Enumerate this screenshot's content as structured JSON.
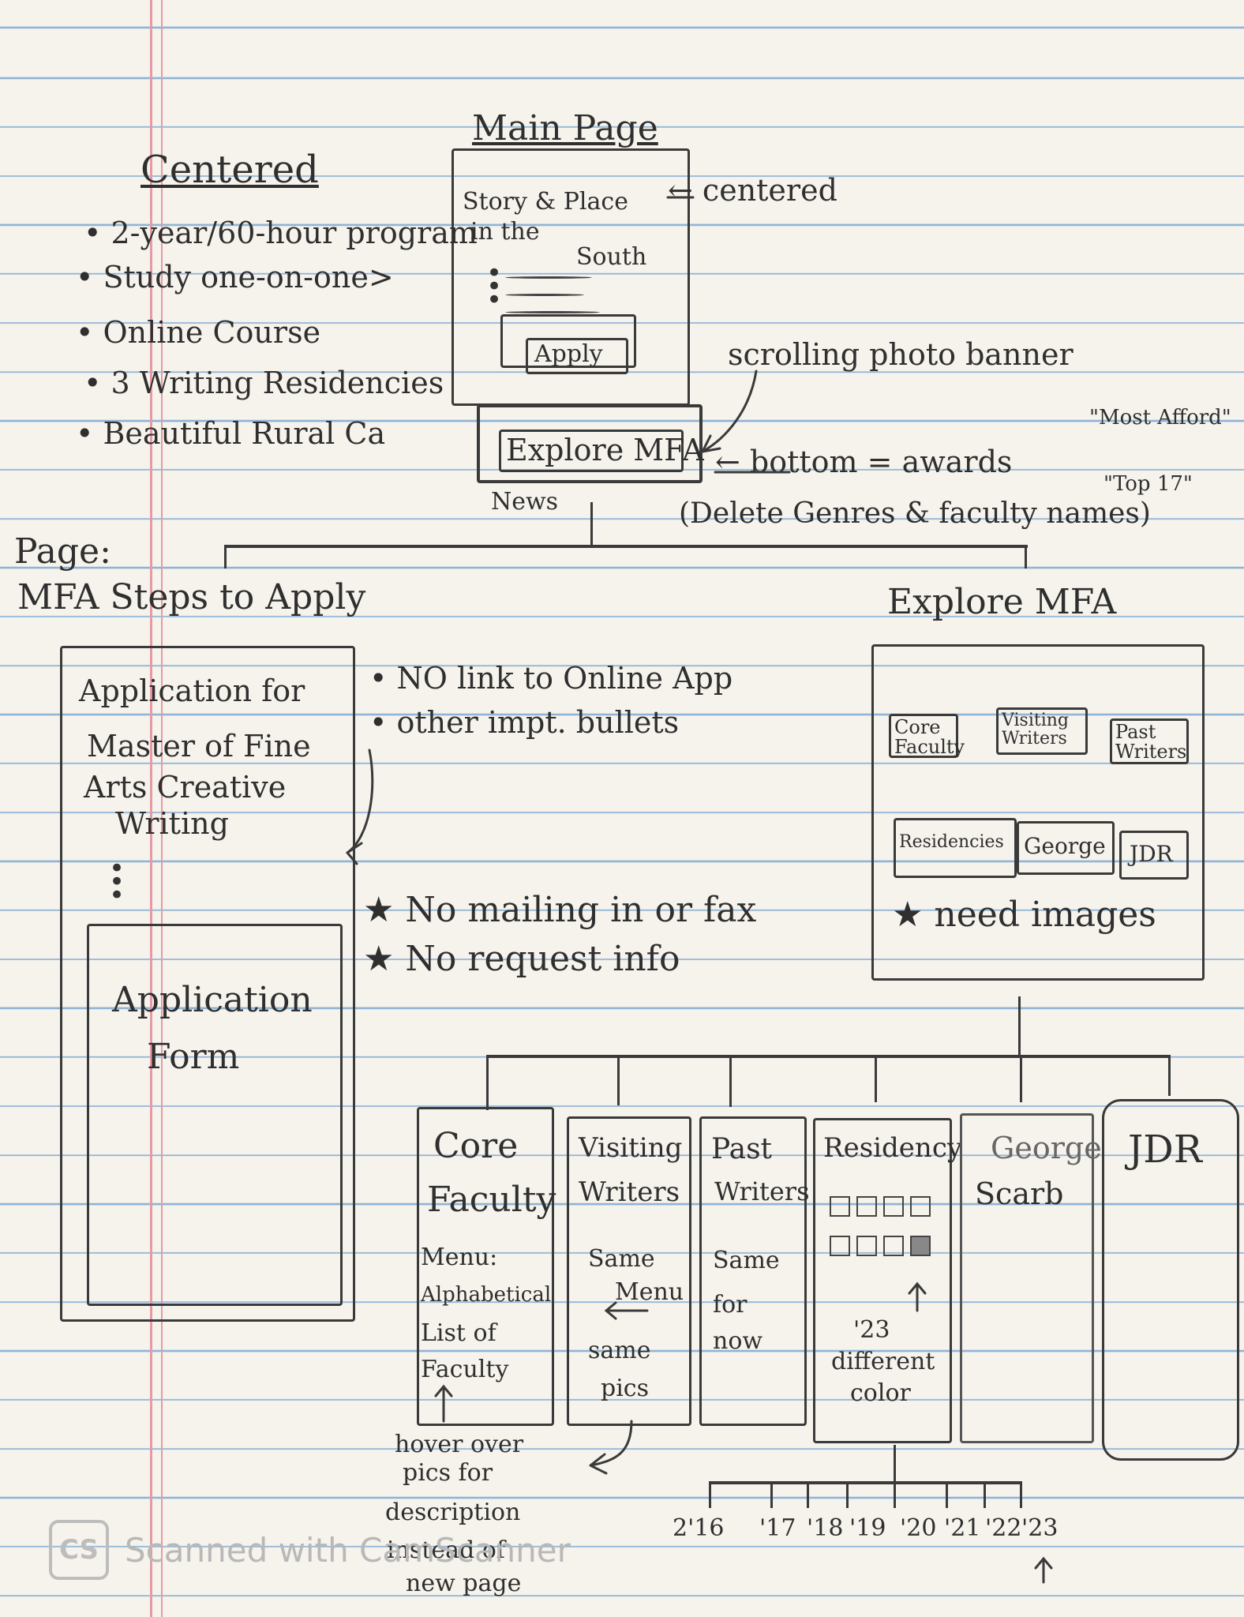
{
  "main_page": {
    "title": "Main Page",
    "hero_lines": [
      "Story & Place",
      "in the",
      "South"
    ],
    "apply_button": "Apply",
    "explore_button": "Explore MFA",
    "news_label": "News"
  },
  "centered_notes": {
    "heading": "Centered",
    "bullets": [
      "2-year/60-hour program",
      "Study one-on-one>",
      "Online Course",
      "3 Writing Residencies",
      "Beautiful Rural Ca"
    ]
  },
  "annotations": {
    "centered": "← centered",
    "scrolling_banner": "scrolling photo banner",
    "bottom_awards": "← bottom = awards",
    "award_quotes": [
      "\"Most Afford\"",
      "\"Top 17\""
    ],
    "delete_note": "(Delete Genres & faculty names)"
  },
  "apply_page": {
    "label": "Page:",
    "title": "MFA Steps to Apply",
    "heading": [
      "Application for",
      "Master of Fine",
      "Arts Creative",
      "Writing"
    ],
    "form_label": [
      "Application",
      "Form"
    ],
    "notes": [
      "• NO link to Online App",
      "• other impt. bullets"
    ],
    "stars": [
      "★ No mailing in or fax",
      "★ No request info"
    ]
  },
  "explore_page": {
    "title": "Explore MFA",
    "tiles": [
      "Core Faculty",
      "Visiting Writers",
      "Past Writers",
      "Residencies",
      "George",
      "JDR"
    ],
    "note": "★ need images"
  },
  "subpages": [
    {
      "title": [
        "Core",
        "Faculty"
      ],
      "body": [
        "Menu:",
        "Alphabetical",
        "List of",
        "Faculty"
      ]
    },
    {
      "title": [
        "Visiting",
        "Writers"
      ],
      "body": [
        "Same",
        "Menu",
        "",
        "same",
        "pics"
      ]
    },
    {
      "title": [
        "Past",
        "Writers"
      ],
      "body": [
        "Same",
        "for",
        "now"
      ]
    },
    {
      "title": [
        "Residency"
      ],
      "body": [
        "'23",
        "different",
        "color"
      ]
    },
    {
      "title": [
        "George",
        "Scarb"
      ],
      "body": []
    },
    {
      "title": [
        "JDR"
      ],
      "body": []
    }
  ],
  "hover_note": [
    "hover over",
    "pics for",
    "description",
    "instead of",
    "new page"
  ],
  "timeline": {
    "years": [
      "2'16",
      "'17",
      "'18",
      "'19",
      "'20",
      "'21",
      "'22",
      "'23"
    ]
  },
  "footer": {
    "logo": "CS",
    "text": "Scanned with CamScanner"
  },
  "colors": {
    "paper": "#f6f3ec",
    "rule_lines": "#8fb4d6",
    "margin": "#e59aa6",
    "pencil": "#2f2f2f"
  }
}
